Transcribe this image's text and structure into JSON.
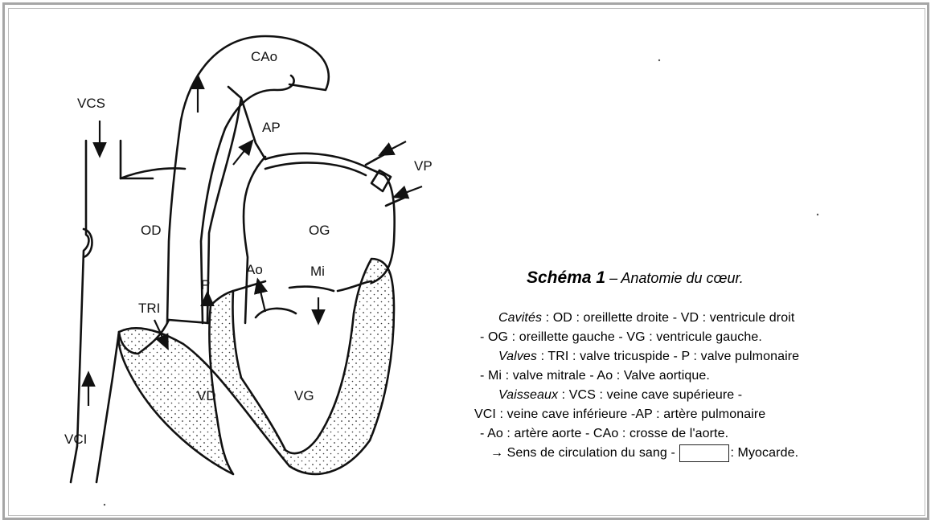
{
  "labels": {
    "cao": "CAo",
    "vcs": "VCS",
    "ap": "AP",
    "vp": "VP",
    "od": "OD",
    "og": "OG",
    "p": "P",
    "ao": "Ao",
    "mi": "Mi",
    "tri": "TRI",
    "vd": "VD",
    "vg": "VG",
    "vci": "VCI"
  },
  "caption": {
    "title": "Schéma 1",
    "subtitle": " – Anatomie du cœur.",
    "cavites_term": "Cavités",
    "cavites_line1": " : OD : oreillette droite - VD : ventricule droit",
    "cavites_line2": "- OG : oreillette gauche - VG : ventricule gauche.",
    "valves_term": "Valves",
    "valves_line1": " : TRI : valve tricuspide - P : valve pulmonaire",
    "valves_line2": "- Mi : valve mitrale - Ao : Valve aortique.",
    "vaisseaux_term": "Vaisseaux",
    "vaisseaux_line1": "  :  VCS  :  veine  cave  supérieure  -",
    "vaisseaux_line2": "VCI : veine cave inférieure -AP : artère pulmonaire",
    "vaisseaux_line3": "- Ao : artère aorte - CAo : crosse de l'aorte.",
    "sens": "→ Sens de circulation du sang -",
    "myocarde": ": Myocarde."
  }
}
